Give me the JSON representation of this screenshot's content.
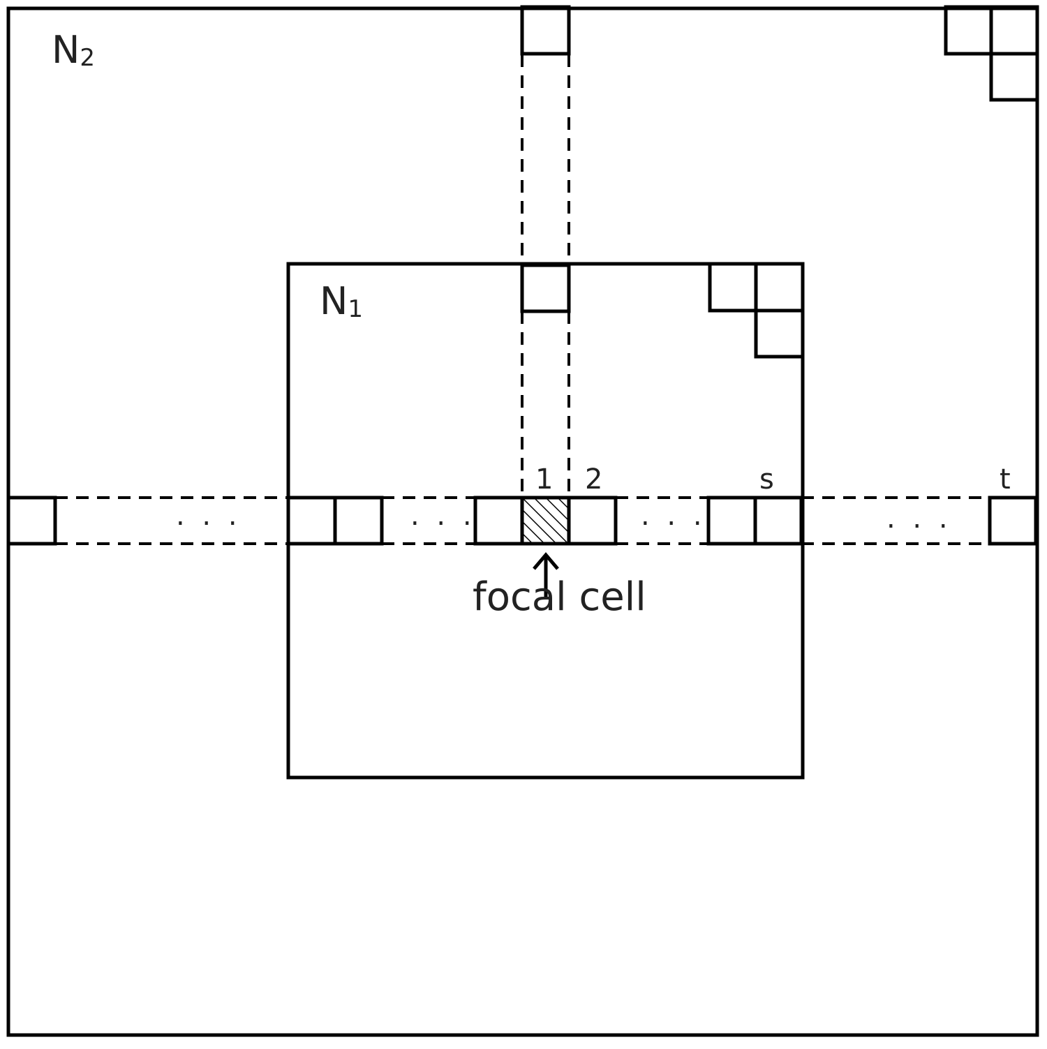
{
  "neighborhoods": {
    "outer": {
      "label": "N",
      "subscript": "2"
    },
    "inner": {
      "label": "N",
      "subscript": "1"
    }
  },
  "cell_labels": [
    "1",
    "2",
    "s",
    "t"
  ],
  "ellipsis": ". . .",
  "focal_cell": {
    "label": "focal cell"
  },
  "colors": {
    "stroke": "#000000",
    "text": "#222222"
  }
}
